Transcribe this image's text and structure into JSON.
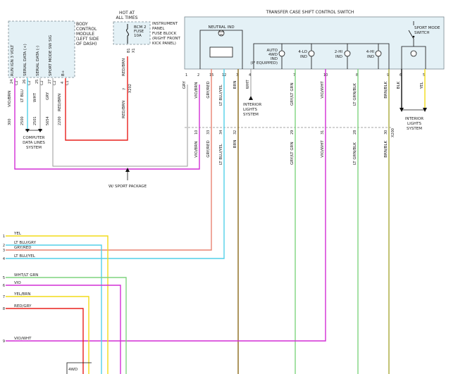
{
  "bcm": {
    "title": [
      "BODY",
      "CONTROL",
      "MODULE",
      "(LEFT SIDE",
      "OF DASH)"
    ],
    "pins": [
      {
        "label": "RUN IGN 3 VOLT",
        "num": "24",
        "conn": "C2"
      },
      {
        "label": "SERIAL DATA (+)",
        "num": "26",
        "conn": "C2"
      },
      {
        "label": "SERIAL DATA (-)",
        "num": "25",
        "conn": "C2"
      },
      {
        "label": "SPORT MODE SW SIG",
        "num": "27",
        "conn": "C2"
      },
      {
        "label": "B+",
        "num": "4",
        "conn": "C1"
      }
    ],
    "wires": [
      {
        "color": "VIO/BRN",
        "circuit": "300"
      },
      {
        "color": "LT BLU",
        "circuit": "2500"
      },
      {
        "color": "WHT",
        "circuit": "2501"
      },
      {
        "color": "GRY",
        "circuit": "5654"
      },
      {
        "color": "RED/BRN",
        "circuit": "2200"
      }
    ]
  },
  "fuse_block": {
    "hot": [
      "HOT AT",
      "ALL TIMES"
    ],
    "fuse": [
      "BCM 2",
      "FUSE",
      "10A"
    ],
    "title": [
      "INSTRUMENT",
      "PANEL",
      "FUSE BLOCK",
      "(RIGHT FRONT",
      "KICK PANEL)"
    ],
    "pin_top": "B1",
    "conn_top": "X1",
    "wire_top": "RED/BRN",
    "pin_bottom": "7",
    "conn_bottom": "X202",
    "wire_bottom": "RED/BRN"
  },
  "switch": {
    "title": "TRANSFER CASE SHIFT CONTROL SWITCH",
    "neutral": "NEUTRAL IND",
    "indicators": [
      {
        "label": [
          "AUTO",
          "4WD",
          "IND",
          "(IF EQUIPPED)"
        ]
      },
      {
        "label": [
          "4-LO",
          "IND"
        ]
      },
      {
        "label": [
          "2-HI",
          "IND"
        ]
      },
      {
        "label": [
          "4-HI",
          "IND"
        ]
      }
    ],
    "sport": [
      "SPORT MODE",
      "SWITCH"
    ],
    "pins": [
      {
        "num": "1",
        "wire": "GRY",
        "bottom": ""
      },
      {
        "num": "2",
        "wire": "VIO/BRN",
        "bottom": "10"
      },
      {
        "num": "15",
        "wire": "GRY/RED",
        "bottom": "33"
      },
      {
        "num": "12",
        "wire": "LT BLU/YEL",
        "bottom": "34"
      },
      {
        "num": "3",
        "wire": "BRN",
        "bottom": "32"
      },
      {
        "num": "4",
        "wire": "WHT",
        "bottom": ""
      },
      {
        "num": "7",
        "wire": "GRY/LT GRN",
        "bottom": "29"
      },
      {
        "num": "10",
        "wire": "VIO/WHT",
        "bottom": "31"
      },
      {
        "num": "8",
        "wire": "LT GRN/BLK",
        "bottom": "28"
      },
      {
        "num": "9",
        "wire": "BRN/BLK",
        "bottom": "30"
      },
      {
        "num": "6",
        "wire": "BLK",
        "bottom": ""
      },
      {
        "num": "5",
        "wire": "YEL",
        "bottom": ""
      }
    ],
    "bottom_conn": "X200"
  },
  "interior_lights_1": [
    "INTERIOR",
    "LIGHTS",
    "SYSTEM"
  ],
  "interior_lights_2": [
    "INTERIOR",
    "LIGHTS",
    "SYSTEM"
  ],
  "computer_data": [
    "COMPUTER",
    "DATA LINES",
    "SYSTEM"
  ],
  "sport_package": "W/ SPORT PACKAGE",
  "left_wires": [
    {
      "num": "1",
      "color": "YEL"
    },
    {
      "num": "2",
      "color": "LT BLU/GRY"
    },
    {
      "num": "3",
      "color": "GRY/RED"
    },
    {
      "num": "4",
      "color": "LT BLU/YEL"
    },
    {
      "num": "5",
      "color": "WHT/LT GRN"
    },
    {
      "num": "6",
      "color": "VIO"
    },
    {
      "num": "7",
      "color": "YEL/BRN"
    },
    {
      "num": "8",
      "color": "RED/GRY"
    },
    {
      "num": "9",
      "color": "VIO/WHT"
    }
  ],
  "fourwd_label": "4WD",
  "colors": {
    "red": "#e8201c",
    "yellow": "#f2dc18",
    "ltblue": "#52cfe8",
    "green": "#7fd47f",
    "magenta": "#d22ed6",
    "salmon": "#e98472",
    "gray": "#9a9a9a",
    "brown": "#8a6a1a",
    "black": "#111111",
    "olive": "#a9a93a",
    "boxfill": "#e4f1f6"
  }
}
